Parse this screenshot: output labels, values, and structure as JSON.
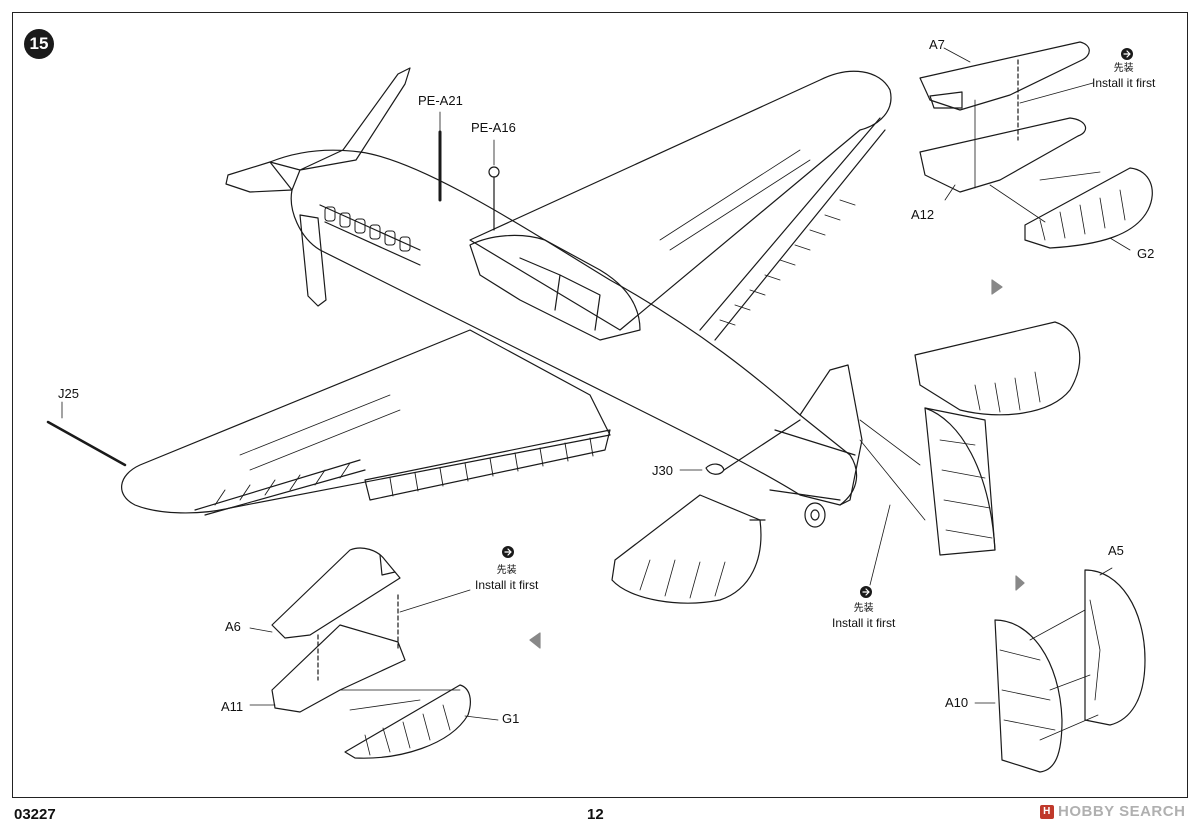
{
  "step": {
    "number": "15"
  },
  "parts": {
    "pe_a21": "PE-A21",
    "pe_a16": "PE-A16",
    "j25": "J25",
    "j30": "J30",
    "a7": "A7",
    "a12": "A12",
    "g2": "G2",
    "a6": "A6",
    "a11": "A11",
    "g1": "G1",
    "a5": "A5",
    "a10": "A10"
  },
  "notes": {
    "install_cn": "先装",
    "install_en": "Install it first"
  },
  "footer": {
    "product_code": "03227",
    "page_number": "12",
    "watermark": "HOBBY SEARCH",
    "watermark_icon": "H"
  }
}
